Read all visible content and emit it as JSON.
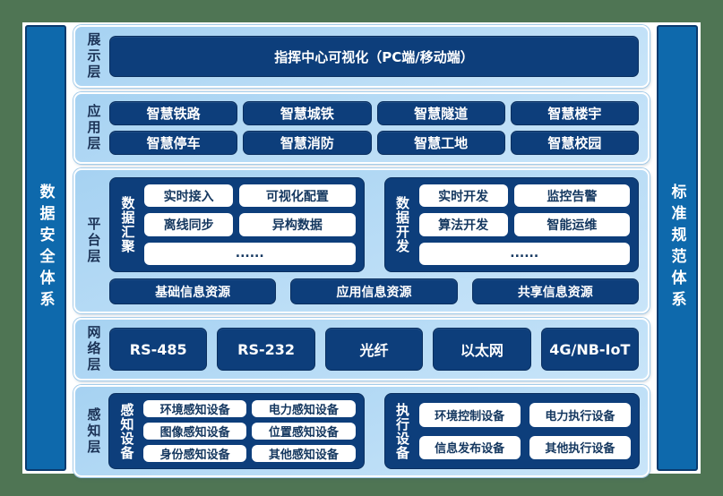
{
  "colors": {
    "frame_green": "#4f7554",
    "panel_light_blue": "#b3d9f5",
    "navy_box": "#0d3e7b",
    "sidebar_blue": "#0e69ac",
    "text_navy": "#14375f"
  },
  "side_left": {
    "label": "数据安全体系"
  },
  "side_right": {
    "label": "标准规范体系"
  },
  "presentation": {
    "label": "展示层",
    "box": "指挥中心可视化（PC端/移动端）"
  },
  "application": {
    "label": "应用层",
    "items": [
      "智慧铁路",
      "智慧城铁",
      "智慧隧道",
      "智慧楼宇",
      "智慧停车",
      "智慧消防",
      "智慧工地",
      "智慧校园"
    ]
  },
  "platform": {
    "label": "平台层",
    "groups": [
      {
        "label": "数据汇聚",
        "items": [
          "实时接入",
          "可视化配置",
          "离线同步",
          "异构数据",
          "......"
        ]
      },
      {
        "label": "数据开发",
        "items": [
          "实时开发",
          "监控告警",
          "算法开发",
          "智能运维",
          "......"
        ]
      }
    ],
    "bars": [
      "基础信息资源",
      "应用信息资源",
      "共享信息资源"
    ]
  },
  "network": {
    "label": "网络层",
    "items": [
      "RS-485",
      "RS-232",
      "光纤",
      "以太网",
      "4G/NB-IoT"
    ]
  },
  "perception": {
    "label": "感知层",
    "groups": [
      {
        "label": "感知设备",
        "items": [
          "环境感知设备",
          "电力感知设备",
          "图像感知设备",
          "位置感知设备",
          "身份感知设备",
          "其他感知设备"
        ]
      },
      {
        "label": "执行设备",
        "items": [
          "环境控制设备",
          "电力执行设备",
          "信息发布设备",
          "其他执行设备"
        ]
      }
    ]
  }
}
